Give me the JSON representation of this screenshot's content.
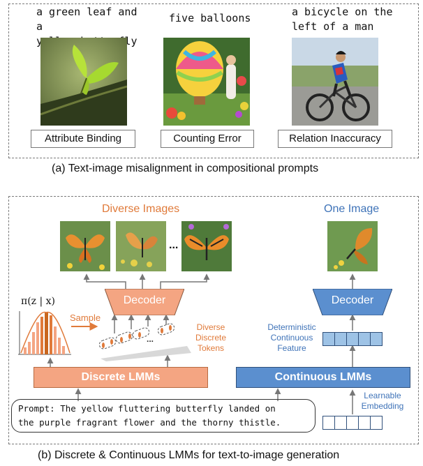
{
  "panel_a": {
    "prompts": [
      {
        "line1": "a green leaf and a",
        "line2": "yellow butterfly",
        "label": "Attribute Binding"
      },
      {
        "line1": "five balloons",
        "line2": "",
        "label": "Counting Error"
      },
      {
        "line1": "a bicycle on the",
        "line2": "left of a man",
        "label": "Relation Inaccuracy"
      }
    ],
    "caption": "(a) Text-image misalignment in compositional prompts"
  },
  "panel_b": {
    "diverse_title": "Diverse Images",
    "one_image_title": "One Image",
    "ellipsis": "...",
    "decoder_left": "Decoder",
    "decoder_right": "Decoder",
    "sample_label": "Sample",
    "prob_label": "π(z | x)",
    "diverse_tokens_label": [
      "Diverse",
      "Discrete",
      "Tokens"
    ],
    "deterministic_label": [
      "Deterministic",
      "Continuous",
      "Feature"
    ],
    "learnable_label": [
      "Learnable",
      "Embedding"
    ],
    "discrete_lmm": "Discrete LMMs",
    "continuous_lmm": "Continuous LMMs",
    "prompt_line1": "Prompt: The yellow fluttering butterfly landed on",
    "prompt_line2": "the purple fragrant flower and the thorny thistle.",
    "caption": "(b) Discrete & Continuous LMMs for text-to-image generation"
  },
  "colors": {
    "orange": "#f4a582",
    "orange_dark": "#e07a3a",
    "blue": "#5b8fcf",
    "blue_light": "#9ec3e6",
    "blue_text": "#3f73b8"
  }
}
